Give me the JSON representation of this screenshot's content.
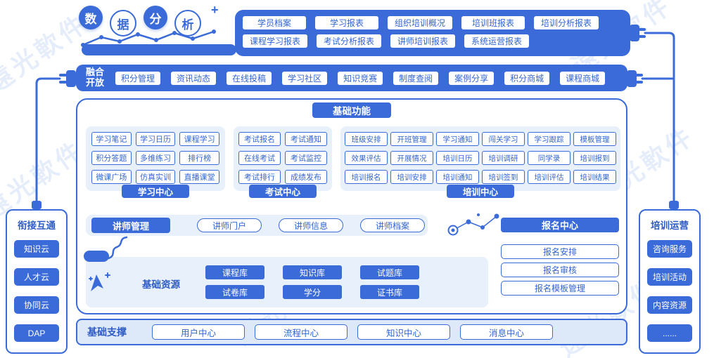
{
  "colors": {
    "primary_blue": "#3A6BD8",
    "deep_blue": "#2E5BC4",
    "text_blue": "#3365D0",
    "panel_bg": "#E8F0FB",
    "support_bg": "#DDE9F9",
    "white": "#FFFFFF",
    "watermark_blue": "rgba(115,155,225,0.18)"
  },
  "watermark_text": "遠光軟件",
  "logo": {
    "chars": [
      "数",
      "据",
      "分",
      "析"
    ],
    "sparkle": "+"
  },
  "reports_bar": {
    "row1": [
      "学员档案",
      "学习报表",
      "组织培训概况",
      "培训班报表",
      "培训分析报表"
    ],
    "row2": [
      "课程学习报表",
      "考试分析报表",
      "讲师培训报表",
      "系统运营报表"
    ]
  },
  "fusion_bar": {
    "title_line1": "融合",
    "title_line2": "开放",
    "items": [
      "积分管理",
      "资讯动态",
      "在线投稿",
      "学习社区",
      "知识竞赛",
      "制度查阅",
      "案例分享",
      "积分商城",
      "课程商城"
    ]
  },
  "basic_functions": {
    "title": "基础功能",
    "learning_center": {
      "label": "学习中心",
      "items": [
        "学习笔记",
        "学习日历",
        "课程学习",
        "积分答题",
        "多维练习",
        "排行榜",
        "微课广场",
        "仿真实训",
        "直播课堂"
      ]
    },
    "exam_center": {
      "label": "考试中心",
      "items": [
        "考试报名",
        "考试通知",
        "在线考试",
        "考试监控",
        "考试排行",
        "成绩发布"
      ]
    },
    "training_center": {
      "label": "培训中心",
      "items": [
        "班级安排",
        "开班管理",
        "学习通知",
        "闯关学习",
        "学习跟踪",
        "模板管理",
        "效果评估",
        "开展情况",
        "培训日历",
        "培训调研",
        "同学录",
        "培训报到",
        "培训报名",
        "培训安排",
        "培训通知",
        "培训签到",
        "培训评估",
        "培训结果"
      ]
    }
  },
  "instructor_row": {
    "label": "讲师管理",
    "items": [
      "讲师门户",
      "讲师信息",
      "讲师档案"
    ]
  },
  "registration_center": {
    "label": "报名中心",
    "items": [
      "报名安排",
      "报名审核",
      "报名模板管理"
    ]
  },
  "basic_resources": {
    "label": "基础资源",
    "items": [
      "课程库",
      "知识库",
      "试题库",
      "试卷库",
      "学分",
      "证书库"
    ]
  },
  "basic_support": {
    "label": "基础支撑",
    "items": [
      "用户中心",
      "流程中心",
      "知识中心",
      "消息中心"
    ]
  },
  "left_panel": {
    "title": "衔接互通",
    "items": [
      "知识云",
      "人才云",
      "协同云",
      "DAP"
    ]
  },
  "right_panel": {
    "title": "培训运营",
    "items": [
      "咨询服务",
      "培训活动",
      "内容资源",
      "......"
    ]
  }
}
